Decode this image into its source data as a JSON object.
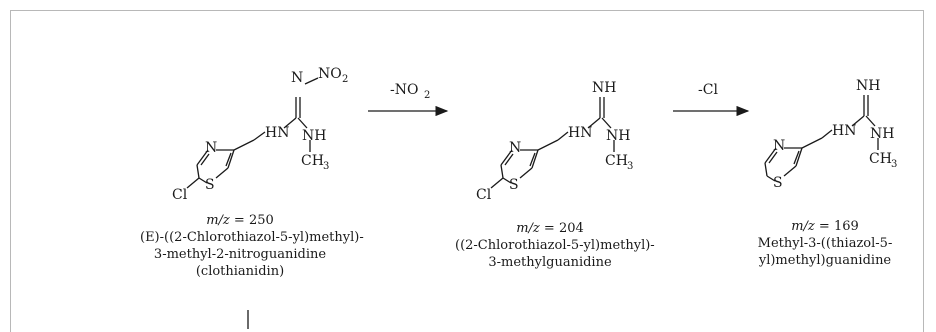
{
  "steps": {
    "step1_label": "-NO",
    "step1_sub": "2",
    "step2_label": "-Cl"
  },
  "atoms": {
    "N": "N",
    "S": "S",
    "Cl": "Cl",
    "HN": "HN",
    "NH": "NH",
    "CH": "CH",
    "three": "3",
    "NO": "NO",
    "two": "2"
  },
  "compounds": [
    {
      "mz_label": "m/z",
      "mz_value": "= 250",
      "name_lines": [
        "(E)-((2-Chlorothiazol-5-yl)methyl)-",
        "3-methyl-2-nitroguanidine",
        "(clothianidin)"
      ]
    },
    {
      "mz_label": "m/z",
      "mz_value": "= 204",
      "name_lines": [
        "((2-Chlorothiazol-5-yl)methyl)-",
        "3-methylguanidine"
      ]
    },
    {
      "mz_label": "m/z",
      "mz_value": "= 169",
      "name_lines": [
        "Methyl-3-((thiazol-5-",
        "yl)methyl)guanidine"
      ]
    }
  ],
  "colors": {
    "bond": "#1a1a1a",
    "frame": "#b8b8b8"
  }
}
